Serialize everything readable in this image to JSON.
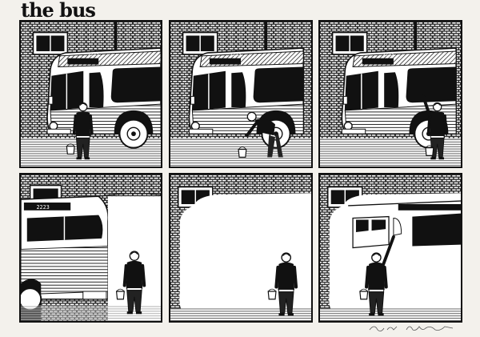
{
  "title": "the bus",
  "bus_number": "2223",
  "panel_ids": [
    1,
    2,
    3,
    4,
    5,
    6
  ],
  "signature": "Paul Kirchner"
}
